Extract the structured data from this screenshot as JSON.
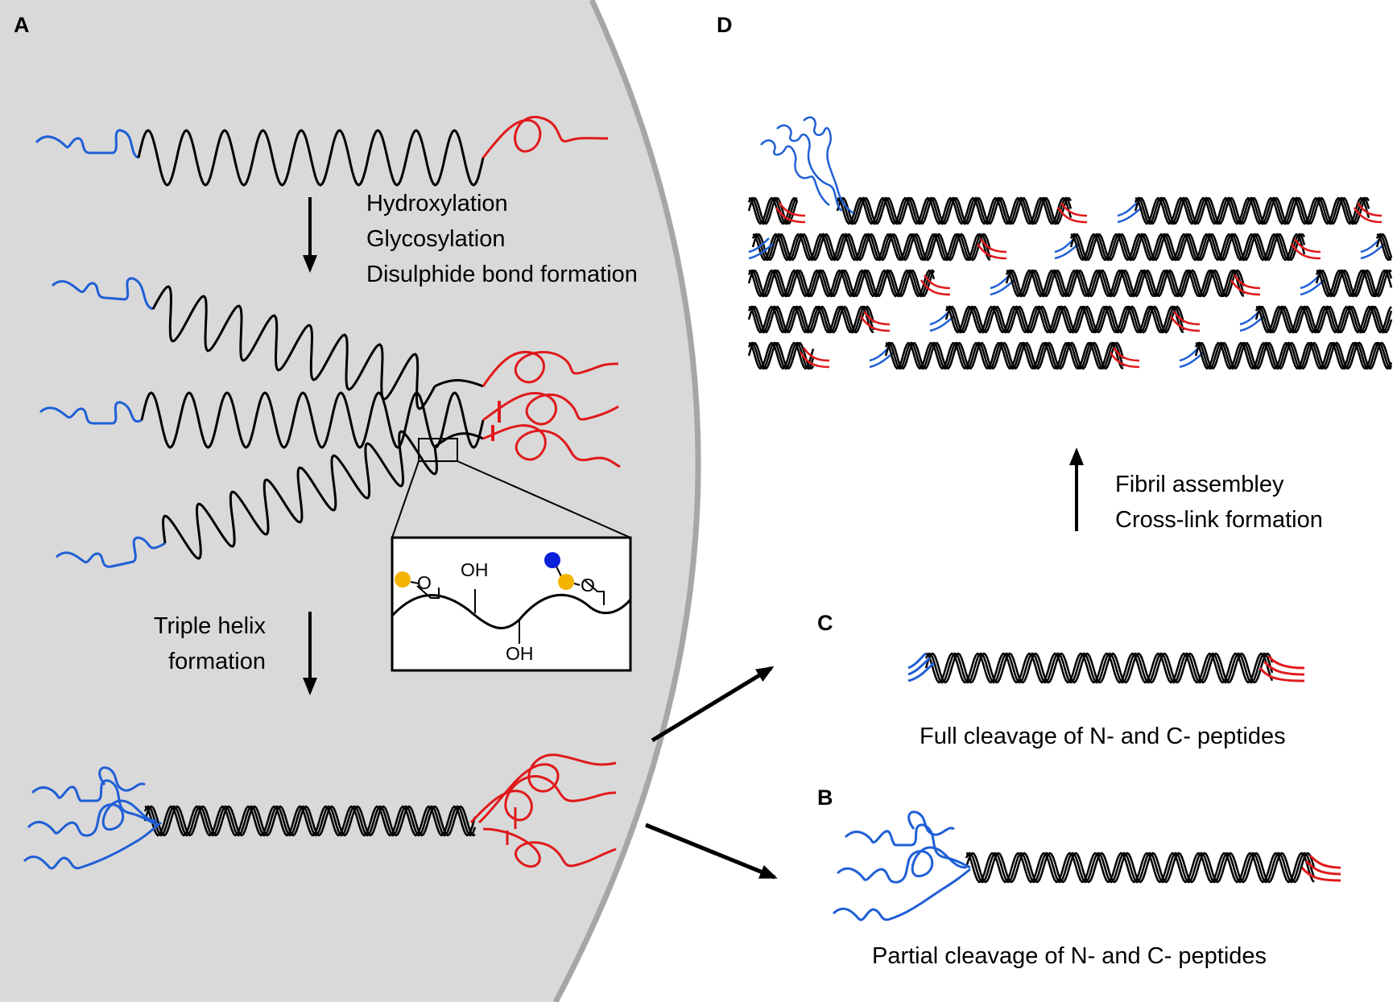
{
  "panels": {
    "a": {
      "label": "A"
    },
    "b": {
      "label": "B"
    },
    "c": {
      "label": "C"
    },
    "d": {
      "label": "D"
    }
  },
  "steps": {
    "modification": {
      "line1": "Hydroxylation",
      "line2": "Glycosylation",
      "line3": "Disulphide bond formation"
    },
    "triple_helix": {
      "line1": "Triple helix",
      "line2": "formation"
    },
    "assembly": {
      "line1": "Fibril assembley",
      "line2": "Cross-link formation"
    }
  },
  "captions": {
    "full_cleavage": "Full cleavage of N- and C- peptides",
    "partial_cleavage": "Partial cleavage of N- and C- peptides"
  },
  "inset": {
    "oh_top": "OH",
    "oh_bottom": "OH",
    "o_left": "O",
    "o_right": "O"
  },
  "colors": {
    "cell_fill": "#d9d9d9",
    "cell_edge": "#a6a6a6",
    "n_propeptide": "#1f5fd6",
    "c_propeptide": "#e0191b",
    "helix": "#000000",
    "galactose": "#f5b301",
    "glucose": "#0a1fd8"
  }
}
